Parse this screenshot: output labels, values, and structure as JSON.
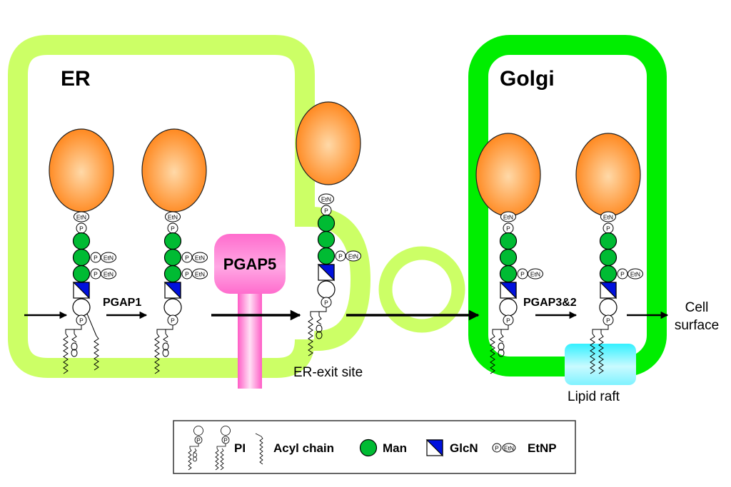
{
  "compartments": {
    "er": {
      "label": "ER",
      "color": "#ccff66"
    },
    "golgi": {
      "label": "Golgi",
      "color": "#00ee00"
    },
    "er_exit_site": {
      "label": "ER-exit site"
    },
    "vesicle": {
      "color": "#ccff66"
    },
    "lipid_raft": {
      "label": "Lipid raft",
      "color": "#33eeff"
    }
  },
  "enzymes": {
    "pgap1": "PGAP1",
    "pgap5": "PGAP5",
    "pgap32": "PGAP3&2"
  },
  "destination": {
    "line1": "Cell",
    "line2": "surface"
  },
  "glyphs": {
    "etn": "EtN",
    "p": "P"
  },
  "colors": {
    "protein": "#ff8822",
    "protein_highlight": "#ffd9a8",
    "man": "#00bb33",
    "glcn": "#0011dd",
    "pgap5": "#ff66cc"
  },
  "anchors": [
    {
      "id": "anchor-1",
      "compartment": "ER",
      "side_etnp": 2,
      "inositol_acyl": true,
      "lipid": "PI"
    },
    {
      "id": "anchor-2",
      "compartment": "ER",
      "side_etnp": 2,
      "inositol_acyl": false,
      "lipid": "PI"
    },
    {
      "id": "anchor-3",
      "compartment": "ER-exit site",
      "side_etnp": 1,
      "inositol_acyl": false,
      "lipid": "PI"
    },
    {
      "id": "anchor-4",
      "compartment": "Golgi",
      "side_etnp": 1,
      "inositol_acyl": false,
      "lipid": "PI"
    },
    {
      "id": "anchor-5",
      "compartment": "Golgi (lipid raft)",
      "side_etnp": 1,
      "inositol_acyl": false,
      "lipid": "saturated"
    }
  ],
  "legend": {
    "items": [
      {
        "icon": "pi-icon",
        "label": "PI"
      },
      {
        "icon": "acyl-chain-icon",
        "label": "Acyl chain"
      },
      {
        "icon": "man-icon",
        "label": "Man"
      },
      {
        "icon": "glcn-icon",
        "label": "GlcN"
      },
      {
        "icon": "etnp-icon",
        "label": "EtNP"
      }
    ]
  }
}
